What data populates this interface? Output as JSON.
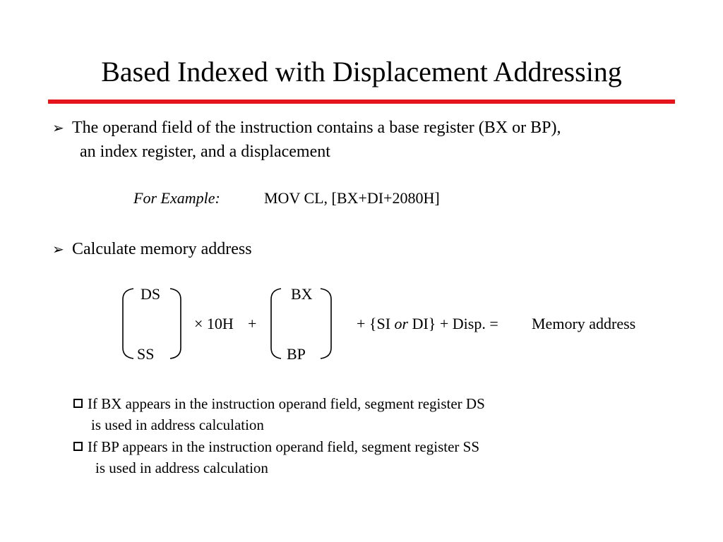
{
  "slide": {
    "title": "Based Indexed with Displacement Addressing",
    "accent_color": "#e4141c",
    "bullets": [
      {
        "icon": "arrow-bullet-icon",
        "line1": "The operand field of the instruction contains a base register (BX or BP),",
        "line2": "an index register, and a displacement"
      },
      {
        "icon": "arrow-bullet-icon",
        "line1": "Calculate memory address"
      }
    ],
    "example": {
      "label": "For Example:",
      "code": "MOV CL, [BX+DI+2080H]"
    },
    "formula": {
      "segment_top": "DS",
      "segment_bottom": "SS",
      "multiplier": "× 10H",
      "plus": "+",
      "base_top": "BX",
      "base_bottom": "BP",
      "index_prefix": "+ {SI",
      "index_or": "or",
      "index_suffix": "DI} + Disp. =",
      "result": "Memory address"
    },
    "notes": [
      {
        "icon": "checkbox-bullet-icon",
        "line1": "If BX appears in the instruction operand field, segment register DS",
        "line2": "is used in address calculation"
      },
      {
        "icon": "checkbox-bullet-icon",
        "line1": "If BP appears in the instruction operand field, segment register SS",
        "line2": "is used in address calculation"
      }
    ]
  }
}
